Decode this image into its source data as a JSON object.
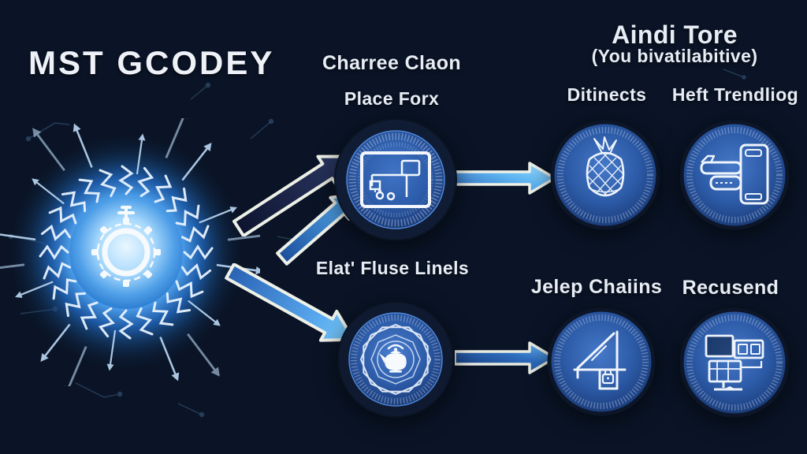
{
  "title": "MST GCODEY",
  "flow": {
    "stage1_label_line1": "Charree Claon",
    "stage1_label_line2": "Place Forx",
    "stage1_icon": "circuit-schematic-seal-icon",
    "stage2_label": "Elat' Fluse Linels",
    "stage2_icon": "teapot-octagram-seal-icon",
    "source_icon": "radiant-gear-burst-icon"
  },
  "right_panel": {
    "header": "Aindi Tore",
    "subheader": "(You bivatilabitive)",
    "items": [
      {
        "label": "Ditinects",
        "icon": "pineapple-lattice-icon"
      },
      {
        "label": "Heft Trendliog",
        "icon": "machine-unit-icon"
      },
      {
        "label": "Jelep Chaiins",
        "icon": "drafting-four-lock-icon"
      },
      {
        "label": "Recusend",
        "icon": "workstation-icon"
      }
    ]
  },
  "arrows": [
    {
      "name": "dark-up-arrow",
      "color": "#1a2448"
    },
    {
      "name": "blue-up-arrow",
      "color": "#3f8fe0"
    },
    {
      "name": "blue-down-arrow",
      "color": "#4f9fe8"
    },
    {
      "name": "blue-right-arrow-top",
      "color": "#5fb5f2"
    },
    {
      "name": "blue-right-arrow-bottom",
      "color": "#2f6fc0"
    }
  ],
  "colors": {
    "background": "#0e1c36",
    "glow_core": "#bfe3ff",
    "badge_blue": "#2d5ca9",
    "dark_ring": "#101c33",
    "outline_white": "#eef1e8",
    "text": "#e8edf5"
  }
}
